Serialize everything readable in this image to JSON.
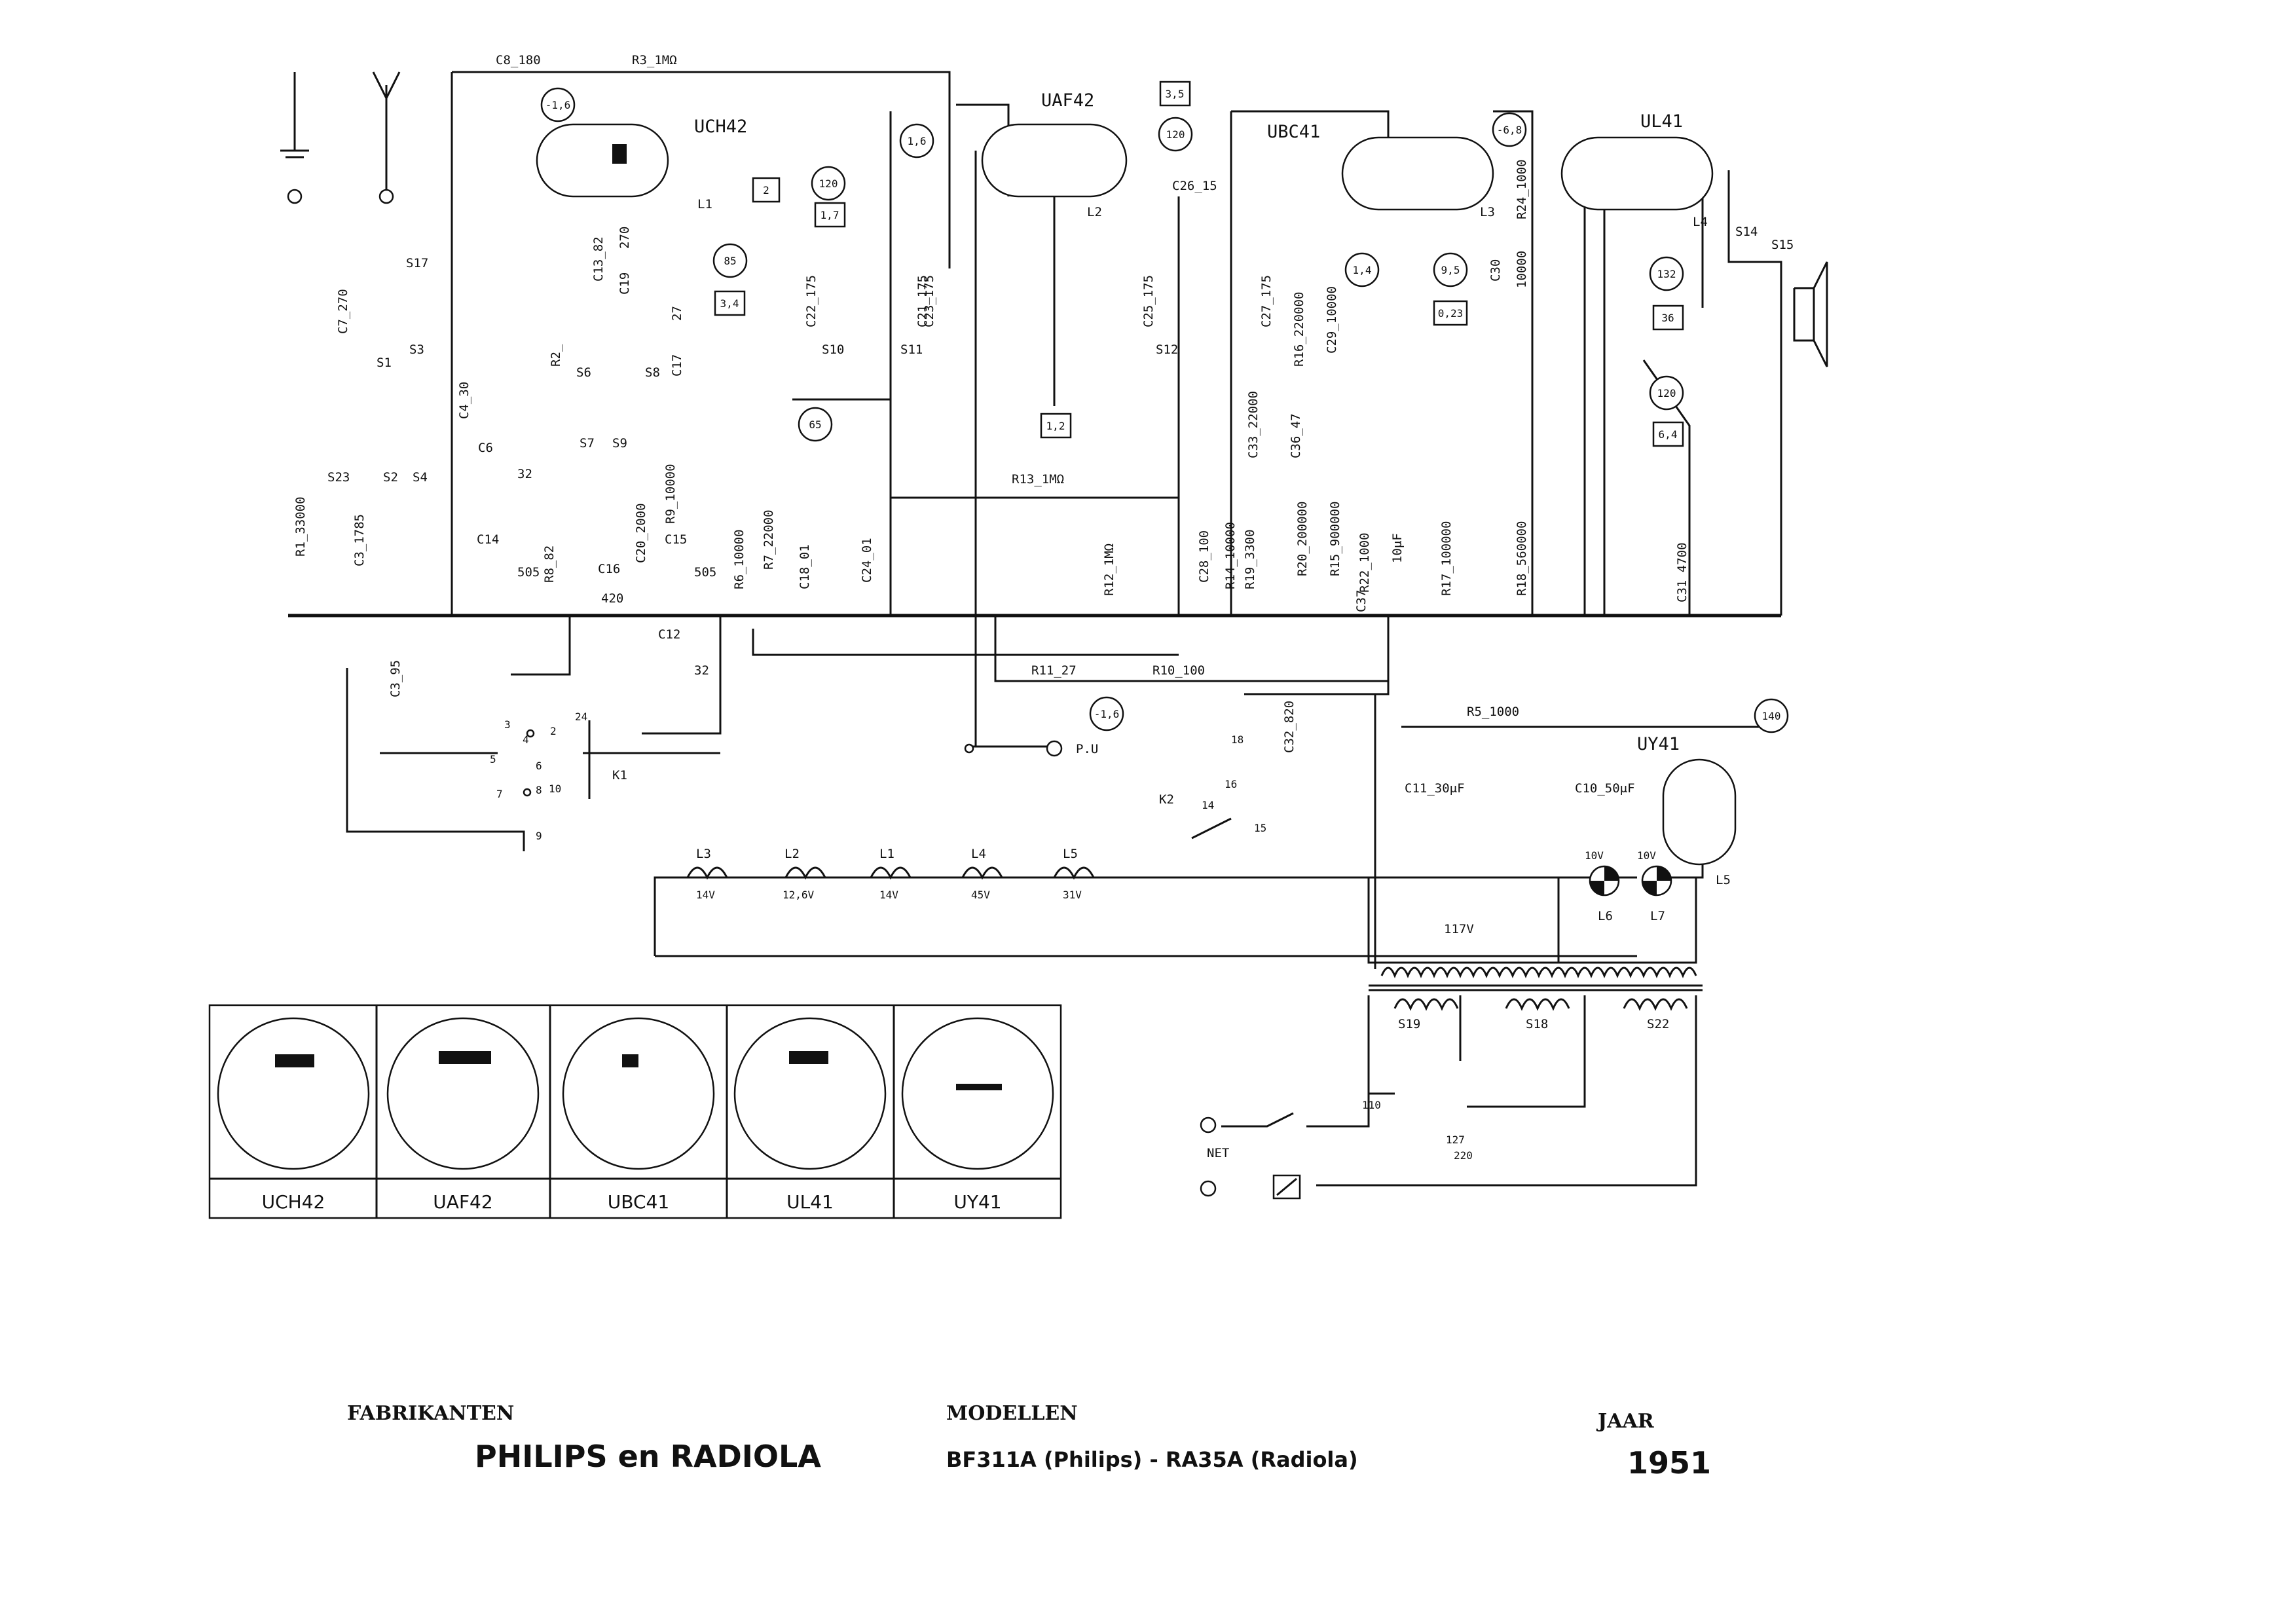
{
  "tubes": [
    {
      "id": "uch42",
      "label": "UCH42"
    },
    {
      "id": "uaf42",
      "label": "UAF42"
    },
    {
      "id": "ubc41",
      "label": "UBC41"
    },
    {
      "id": "ul41",
      "label": "UL41"
    },
    {
      "id": "uy41",
      "label": "UY41"
    }
  ],
  "resistors": [
    {
      "id": "r1",
      "label": "R1_33000"
    },
    {
      "id": "r2",
      "label": "R2_"
    },
    {
      "id": "r3",
      "label": "R3_1MΩ"
    },
    {
      "id": "r5",
      "label": "R5_1000"
    },
    {
      "id": "r6",
      "label": "R6_10000"
    },
    {
      "id": "r7",
      "label": "R7_22000"
    },
    {
      "id": "r8",
      "label": "R8_82"
    },
    {
      "id": "r9",
      "label": "R9_10000"
    },
    {
      "id": "r10",
      "label": "R10_100"
    },
    {
      "id": "r11",
      "label": "R11_27"
    },
    {
      "id": "r12",
      "label": "R12_1MΩ"
    },
    {
      "id": "r13",
      "label": "R13_1MΩ"
    },
    {
      "id": "r14",
      "label": "R14_10000"
    },
    {
      "id": "r15",
      "label": "R15_900000"
    },
    {
      "id": "r16",
      "label": "R16_220000"
    },
    {
      "id": "r17",
      "label": "R17_100000"
    },
    {
      "id": "r18",
      "label": "R18_560000"
    },
    {
      "id": "r19",
      "label": "R19_3300"
    },
    {
      "id": "r20",
      "label": "R20_200000"
    },
    {
      "id": "r22",
      "label": "R22_1000"
    },
    {
      "id": "r24",
      "label": "R24_1000"
    }
  ],
  "capacitors": [
    {
      "id": "c3a",
      "label": "C3_1785"
    },
    {
      "id": "c3b",
      "label": "C3_95"
    },
    {
      "id": "c4",
      "label": "C4_30"
    },
    {
      "id": "c6",
      "label": "C6"
    },
    {
      "id": "c6v",
      "label": "32"
    },
    {
      "id": "c7",
      "label": "C7_270"
    },
    {
      "id": "c8",
      "label": "C8_180"
    },
    {
      "id": "c12",
      "label": "C12"
    },
    {
      "id": "c12v",
      "label": "32"
    },
    {
      "id": "c13",
      "label": "C13_82"
    },
    {
      "id": "c14",
      "label": "C14"
    },
    {
      "id": "c14v",
      "label": "505"
    },
    {
      "id": "c15",
      "label": "C15"
    },
    {
      "id": "c15v",
      "label": "505"
    },
    {
      "id": "c16",
      "label": "C16"
    },
    {
      "id": "c16v",
      "label": "420"
    },
    {
      "id": "c17",
      "label": "C17"
    },
    {
      "id": "c17v",
      "label": "27"
    },
    {
      "id": "c18",
      "label": "C18_01"
    },
    {
      "id": "c19",
      "label": "C19"
    },
    {
      "id": "c19v",
      "label": "270"
    },
    {
      "id": "c20",
      "label": "C20_2000"
    },
    {
      "id": "c21",
      "label": "C21_175"
    },
    {
      "id": "c22",
      "label": "C22_175"
    },
    {
      "id": "c23",
      "label": "C23_175"
    },
    {
      "id": "c24",
      "label": "C24_01"
    },
    {
      "id": "c25",
      "label": "C25_175"
    },
    {
      "id": "c26",
      "label": "C26_15"
    },
    {
      "id": "c27",
      "label": "C27_175"
    },
    {
      "id": "c28",
      "label": "C28_100"
    },
    {
      "id": "c29",
      "label": "C29_10000"
    },
    {
      "id": "c30",
      "label": "C30"
    },
    {
      "id": "c30v",
      "label": "10000"
    },
    {
      "id": "c31",
      "label": "C31_4700"
    },
    {
      "id": "c32",
      "label": "C32_820"
    },
    {
      "id": "c33",
      "label": "C33_22000"
    },
    {
      "id": "c36",
      "label": "C36_47"
    },
    {
      "id": "c37",
      "label": "C37"
    },
    {
      "id": "c37v",
      "label": "10μF"
    },
    {
      "id": "c10",
      "label": "C10_50μF"
    },
    {
      "id": "c11",
      "label": "C11_30μF"
    }
  ],
  "coils": [
    {
      "id": "s1",
      "label": "S1"
    },
    {
      "id": "s2",
      "label": "S2"
    },
    {
      "id": "s3",
      "label": "S3"
    },
    {
      "id": "s4",
      "label": "S4"
    },
    {
      "id": "s6",
      "label": "S6"
    },
    {
      "id": "s7",
      "label": "S7"
    },
    {
      "id": "s8",
      "label": "S8"
    },
    {
      "id": "s9",
      "label": "S9"
    },
    {
      "id": "s10",
      "label": "S10"
    },
    {
      "id": "s11",
      "label": "S11"
    },
    {
      "id": "s12",
      "label": "S12"
    },
    {
      "id": "s14",
      "label": "S14"
    },
    {
      "id": "s15",
      "label": "S15"
    },
    {
      "id": "s17",
      "label": "S17"
    },
    {
      "id": "s18",
      "label": "S18"
    },
    {
      "id": "s19",
      "label": "S19"
    },
    {
      "id": "s22",
      "label": "S22"
    },
    {
      "id": "s23",
      "label": "S23"
    }
  ],
  "misc_labels": {
    "l1": "L1",
    "l2": "L2",
    "l3": "L3",
    "l4": "L4",
    "l5": "L5",
    "k1": "K1",
    "k2": "K2",
    "pu": "P.U",
    "net": "NET",
    "l6": "L6",
    "l7": "L7",
    "v117": "117V",
    "v10a": "10V",
    "v10b": "10V",
    "tap110": "110",
    "tap127": "127",
    "tap220": "220"
  },
  "voltage_markers": [
    {
      "id": "m_neg16a",
      "value": "-1,6"
    },
    {
      "id": "m_120a",
      "value": "120"
    },
    {
      "id": "m_16",
      "value": "1,6"
    },
    {
      "id": "m_85",
      "value": "85"
    },
    {
      "id": "m_65",
      "value": "65"
    },
    {
      "id": "m_120b",
      "value": "120"
    },
    {
      "id": "m_14",
      "value": "1,4"
    },
    {
      "id": "m_95",
      "value": "9,5"
    },
    {
      "id": "m_neg68",
      "value": "-6,8"
    },
    {
      "id": "m_132",
      "value": "132"
    },
    {
      "id": "m_120c",
      "value": "120"
    },
    {
      "id": "m_neg16b",
      "value": "-1,6"
    },
    {
      "id": "m_140",
      "value": "140"
    }
  ],
  "current_boxes": [
    {
      "id": "b_2",
      "value": "2"
    },
    {
      "id": "b_17",
      "value": "1,7"
    },
    {
      "id": "b_34",
      "value": "3,4"
    },
    {
      "id": "b_35",
      "value": "3,5"
    },
    {
      "id": "b_12",
      "value": "1,2"
    },
    {
      "id": "b_023",
      "value": "0,23"
    },
    {
      "id": "b_36",
      "value": "36"
    },
    {
      "id": "b_64",
      "value": "6,4"
    }
  ],
  "switch_pins": {
    "k1": [
      "3",
      "24",
      "4",
      "2",
      "5",
      "6",
      "7",
      "8",
      "9",
      "10"
    ],
    "k2": [
      "18",
      "14",
      "16",
      "15"
    ]
  },
  "heater_chain": [
    {
      "id": "l3",
      "name": "L3",
      "voltage": "14V"
    },
    {
      "id": "l2",
      "name": "L2",
      "voltage": "12,6V"
    },
    {
      "id": "l1",
      "name": "L1",
      "voltage": "14V"
    },
    {
      "id": "l4",
      "name": "L4",
      "voltage": "45V"
    },
    {
      "id": "l5",
      "name": "L5",
      "voltage": "31V"
    }
  ],
  "base_diagrams": [
    "UCH42",
    "UAF42",
    "UBC41",
    "UL41",
    "UY41"
  ],
  "footer": {
    "fabrikanten_label": "FABRIKANTEN",
    "fabrikanten_value": "PHILIPS en RADIOLA",
    "modellen_label": "MODELLEN",
    "modellen_value": "BF311A (Philips) - RA35A (Radiola)",
    "jaar_label": "JAAR",
    "jaar_value": "1951"
  }
}
